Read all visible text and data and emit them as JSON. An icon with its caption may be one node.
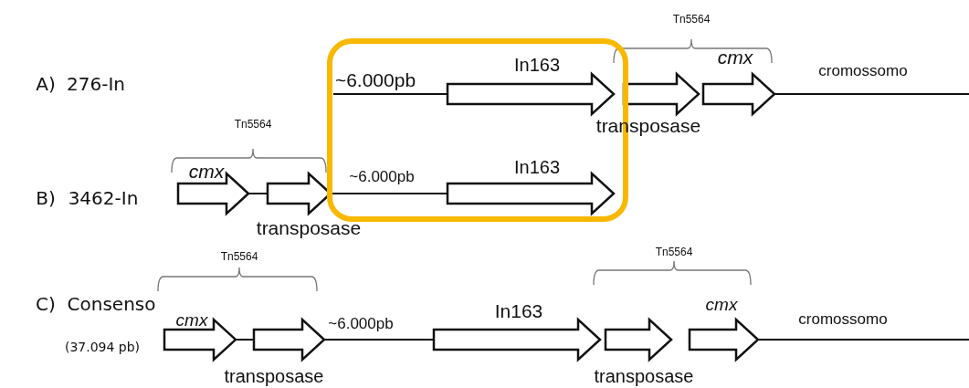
{
  "diagram": {
    "labels": [
      "Tn5564",
      "A)",
      "276-In",
      "~6.000pb",
      "In163",
      "cmx",
      "cromossomo",
      "transposase",
      "Tn5564",
      "cmx",
      "~6.000pb",
      "In163",
      "B)",
      "3462-In",
      "transposase",
      "Tn5564",
      "Tn5564",
      "C)",
      "Consenso",
      "cmx",
      "~6.000pb",
      "In163",
      "cmx",
      "cromossomo",
      "(37.094 pb)",
      "transposase",
      "transposase"
    ]
  }
}
